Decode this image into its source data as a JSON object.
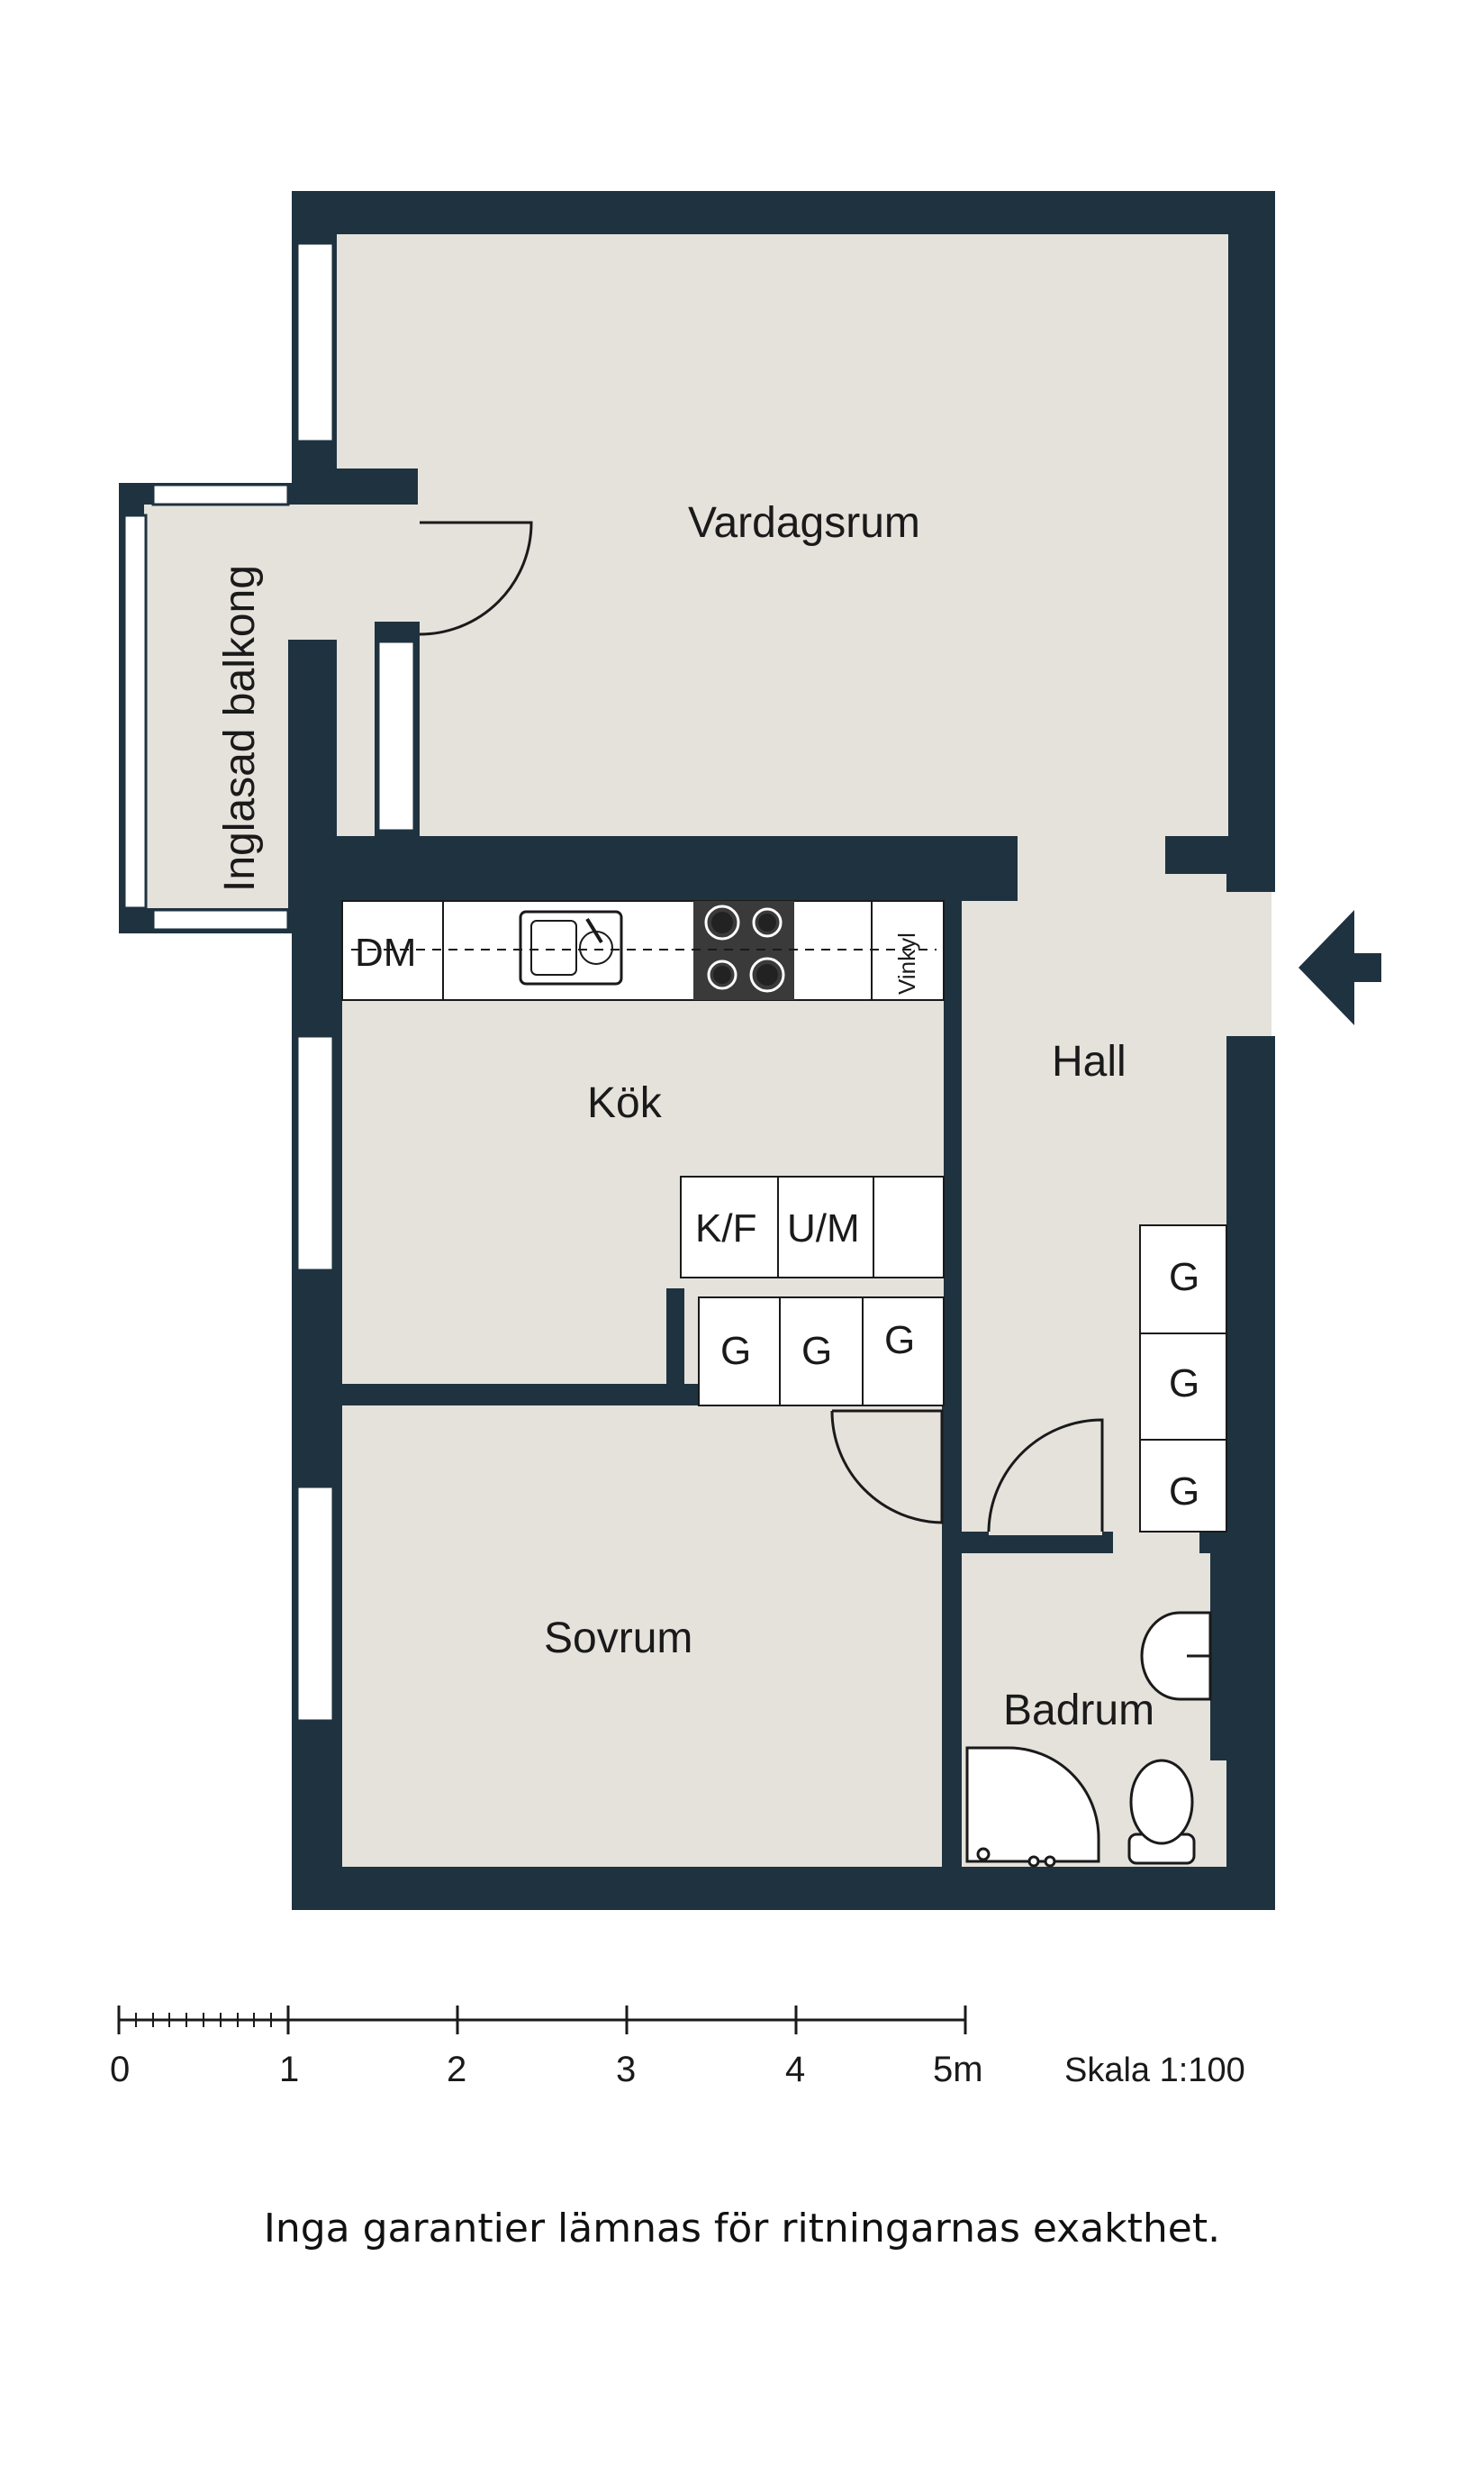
{
  "colors": {
    "wall": "#1f3240",
    "floor": "#e5e2dc",
    "fixture": "#ffffff",
    "stove": "#3a3a3a",
    "line": "#1a1a1a"
  },
  "rooms": {
    "vardagsrum": "Vardagsrum",
    "balkong": "Inglasad balkong",
    "kok": "Kök",
    "hall": "Hall",
    "sovrum": "Sovrum",
    "badrum": "Badrum"
  },
  "fixtures": {
    "dishwasher": "DM",
    "fridge_corner": "Vinkyl",
    "fridge_freezer": "K/F",
    "oven_micro": "U/M",
    "wardrobe": "G"
  },
  "scale": {
    "ticks": [
      "0",
      "1",
      "2",
      "3",
      "4",
      "5m"
    ],
    "label": "Skala 1:100"
  },
  "entrance_icon": "arrow-left-icon",
  "disclaimer": "Inga garantier lämnas för ritningarnas exakthet."
}
